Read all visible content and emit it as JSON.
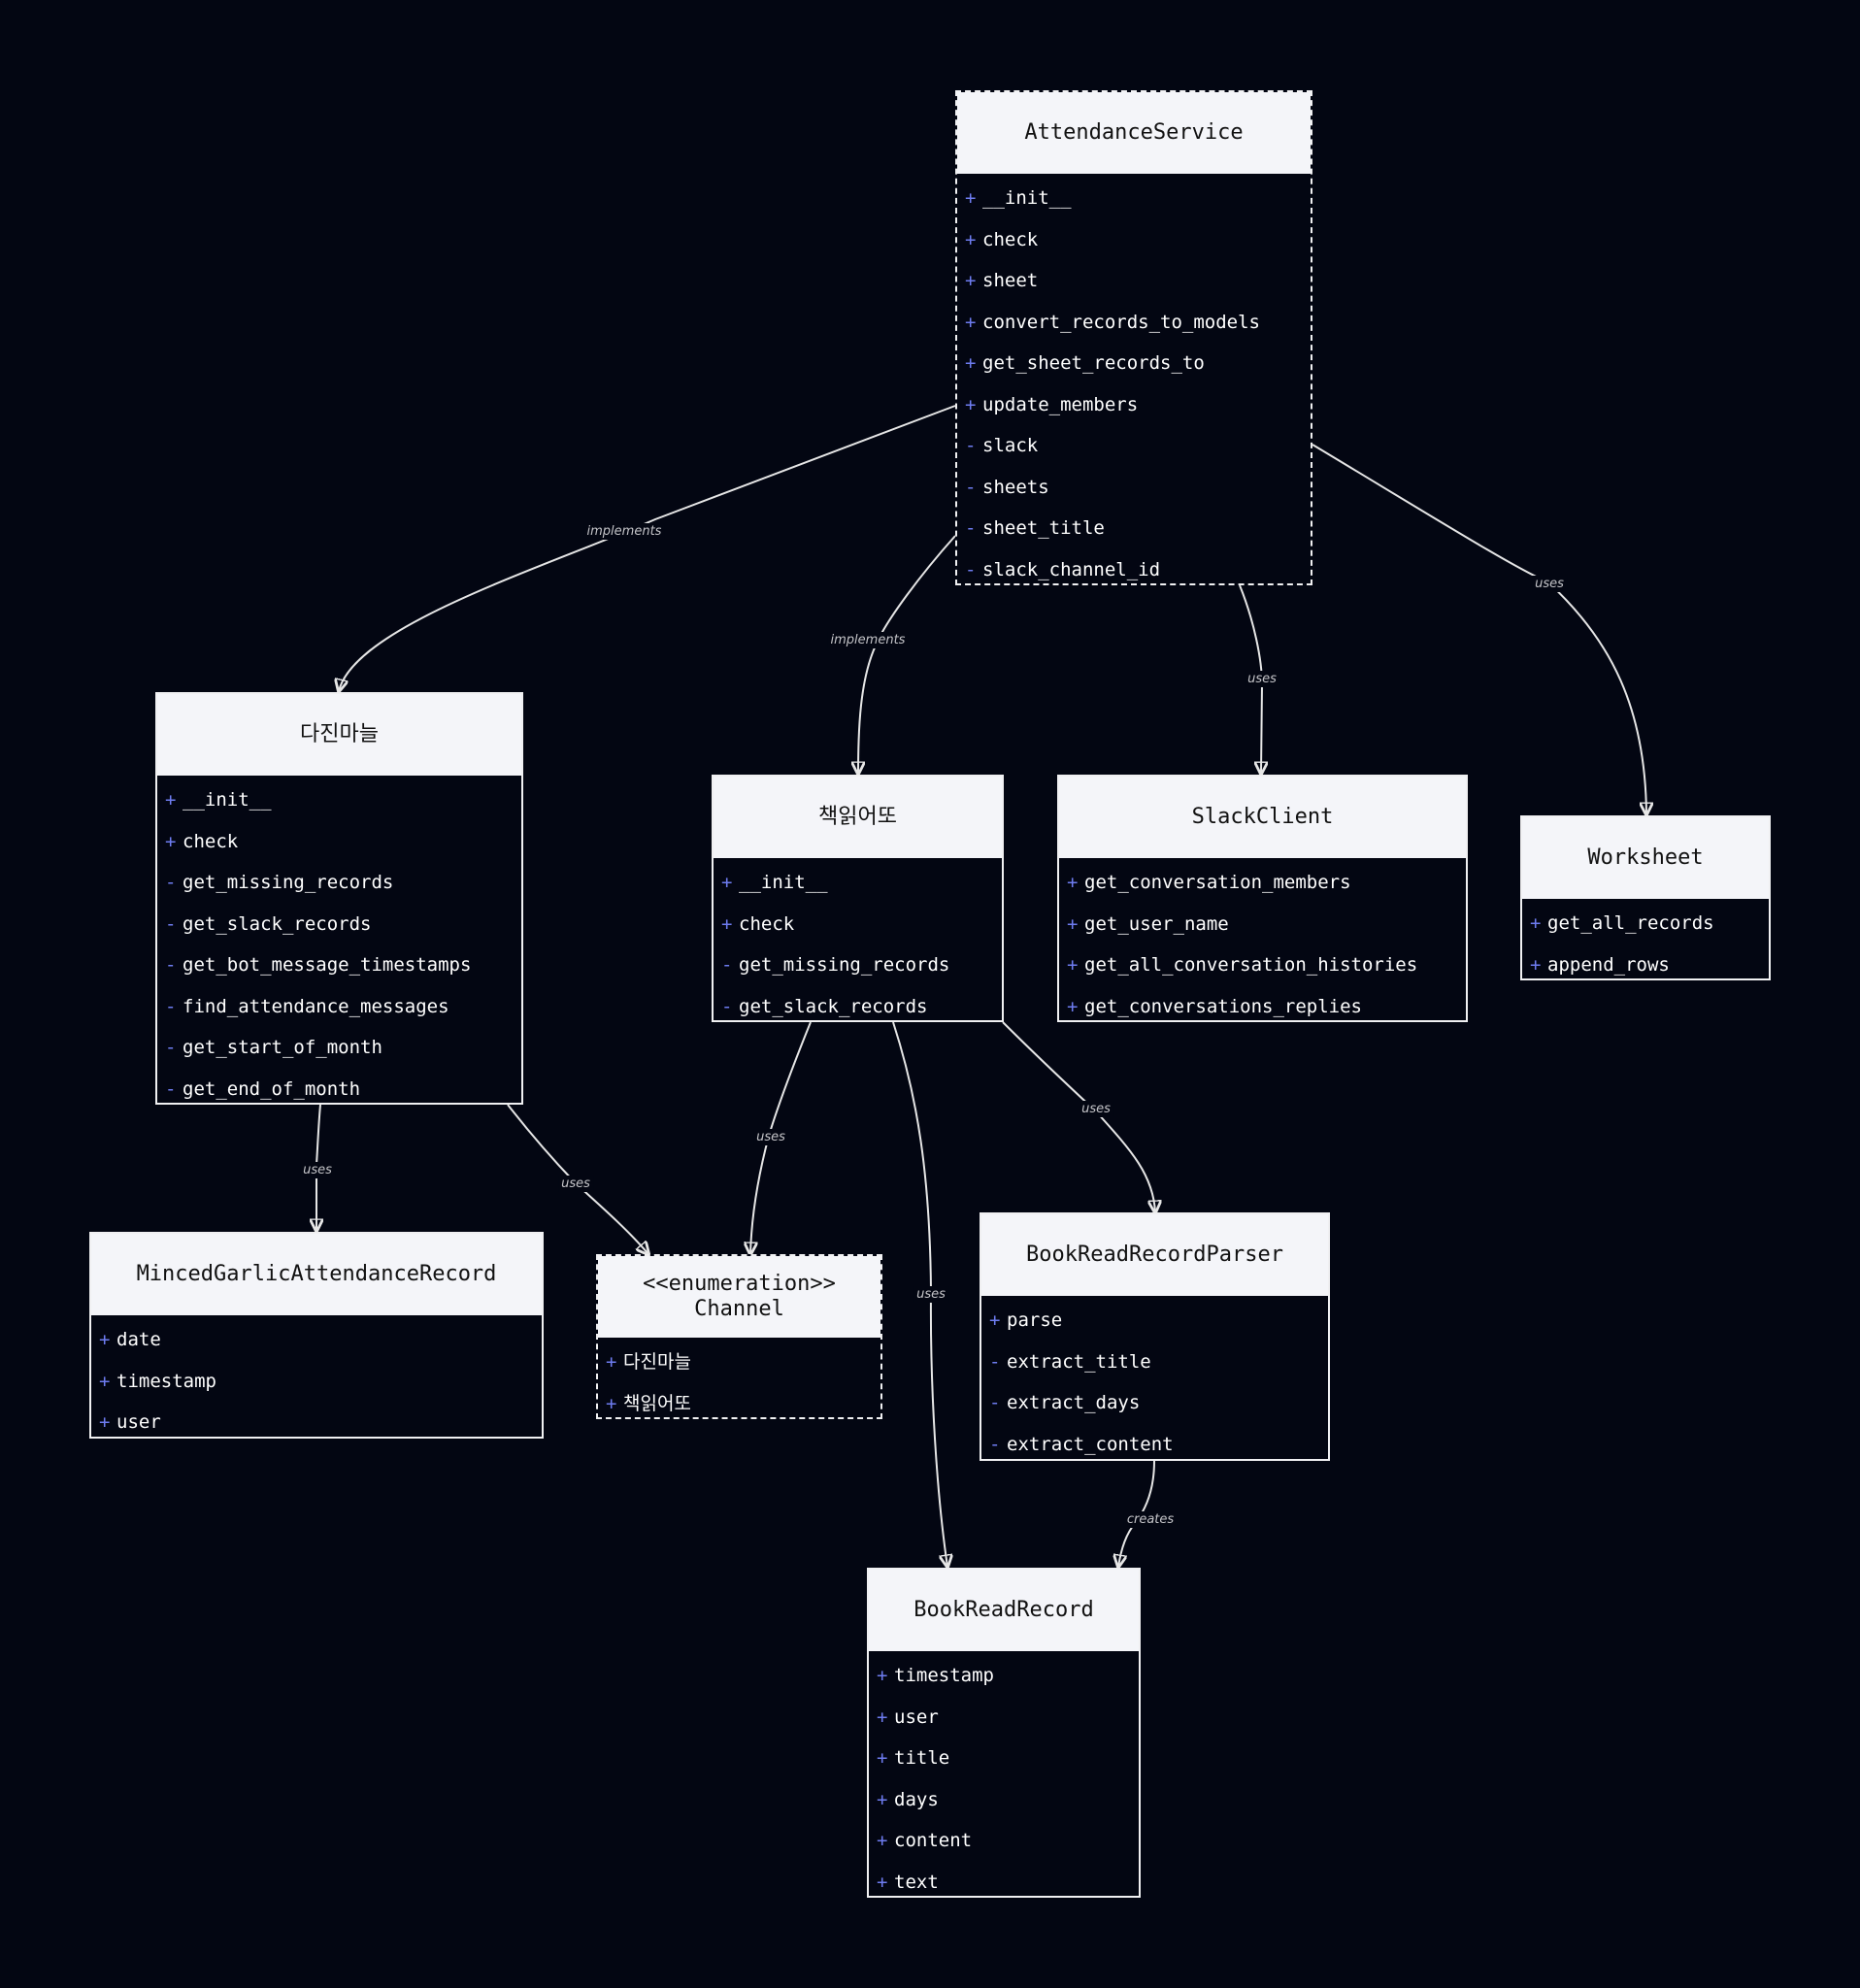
{
  "classes": {
    "attendance_service": {
      "name": "AttendanceService",
      "members": [
        {
          "v": "+",
          "n": "__init__"
        },
        {
          "v": "+",
          "n": "check"
        },
        {
          "v": "+",
          "n": "sheet"
        },
        {
          "v": "+",
          "n": "convert_records_to_models"
        },
        {
          "v": "+",
          "n": "get_sheet_records_to"
        },
        {
          "v": "+",
          "n": "update_members"
        },
        {
          "v": "-",
          "n": "slack"
        },
        {
          "v": "-",
          "n": "sheets"
        },
        {
          "v": "-",
          "n": "sheet_title"
        },
        {
          "v": "-",
          "n": "slack_channel_id"
        }
      ]
    },
    "dajin": {
      "name": "다진마늘",
      "members": [
        {
          "v": "+",
          "n": "__init__"
        },
        {
          "v": "+",
          "n": "check"
        },
        {
          "v": "-",
          "n": "get_missing_records"
        },
        {
          "v": "-",
          "n": "get_slack_records"
        },
        {
          "v": "-",
          "n": "get_bot_message_timestamps"
        },
        {
          "v": "-",
          "n": "find_attendance_messages"
        },
        {
          "v": "-",
          "n": "get_start_of_month"
        },
        {
          "v": "-",
          "n": "get_end_of_month"
        }
      ]
    },
    "chaek": {
      "name": "책읽어또",
      "members": [
        {
          "v": "+",
          "n": "__init__"
        },
        {
          "v": "+",
          "n": "check"
        },
        {
          "v": "-",
          "n": "get_missing_records"
        },
        {
          "v": "-",
          "n": "get_slack_records"
        }
      ]
    },
    "slack_client": {
      "name": "SlackClient",
      "members": [
        {
          "v": "+",
          "n": "get_conversation_members"
        },
        {
          "v": "+",
          "n": "get_user_name"
        },
        {
          "v": "+",
          "n": "get_all_conversation_histories"
        },
        {
          "v": "+",
          "n": "get_conversations_replies"
        }
      ]
    },
    "worksheet": {
      "name": "Worksheet",
      "members": [
        {
          "v": "+",
          "n": "get_all_records"
        },
        {
          "v": "+",
          "n": "append_rows"
        }
      ]
    },
    "minced": {
      "name": "MincedGarlicAttendanceRecord",
      "members": [
        {
          "v": "+",
          "n": "date"
        },
        {
          "v": "+",
          "n": "timestamp"
        },
        {
          "v": "+",
          "n": "user"
        }
      ]
    },
    "channel": {
      "name": "<<enumeration>>\nChannel",
      "members": [
        {
          "v": "+",
          "n": "다진마늘"
        },
        {
          "v": "+",
          "n": "책읽어또"
        }
      ]
    },
    "parser": {
      "name": "BookReadRecordParser",
      "members": [
        {
          "v": "+",
          "n": "parse"
        },
        {
          "v": "-",
          "n": "extract_title"
        },
        {
          "v": "-",
          "n": "extract_days"
        },
        {
          "v": "-",
          "n": "extract_content"
        }
      ]
    },
    "book_record": {
      "name": "BookReadRecord",
      "members": [
        {
          "v": "+",
          "n": "timestamp"
        },
        {
          "v": "+",
          "n": "user"
        },
        {
          "v": "+",
          "n": "title"
        },
        {
          "v": "+",
          "n": "days"
        },
        {
          "v": "+",
          "n": "content"
        },
        {
          "v": "+",
          "n": "text"
        }
      ]
    }
  },
  "edges": [
    {
      "from": "attendance_service",
      "to": "dajin",
      "label": "implements"
    },
    {
      "from": "attendance_service",
      "to": "chaek",
      "label": "implements"
    },
    {
      "from": "attendance_service",
      "to": "slack_client",
      "label": "uses"
    },
    {
      "from": "attendance_service",
      "to": "worksheet",
      "label": "uses"
    },
    {
      "from": "dajin",
      "to": "minced",
      "label": "uses"
    },
    {
      "from": "dajin",
      "to": "channel",
      "label": "uses"
    },
    {
      "from": "chaek",
      "to": "channel",
      "label": "uses"
    },
    {
      "from": "chaek",
      "to": "book_record",
      "label": "uses"
    },
    {
      "from": "chaek",
      "to": "parser",
      "label": "uses"
    },
    {
      "from": "parser",
      "to": "book_record",
      "label": "creates"
    }
  ]
}
